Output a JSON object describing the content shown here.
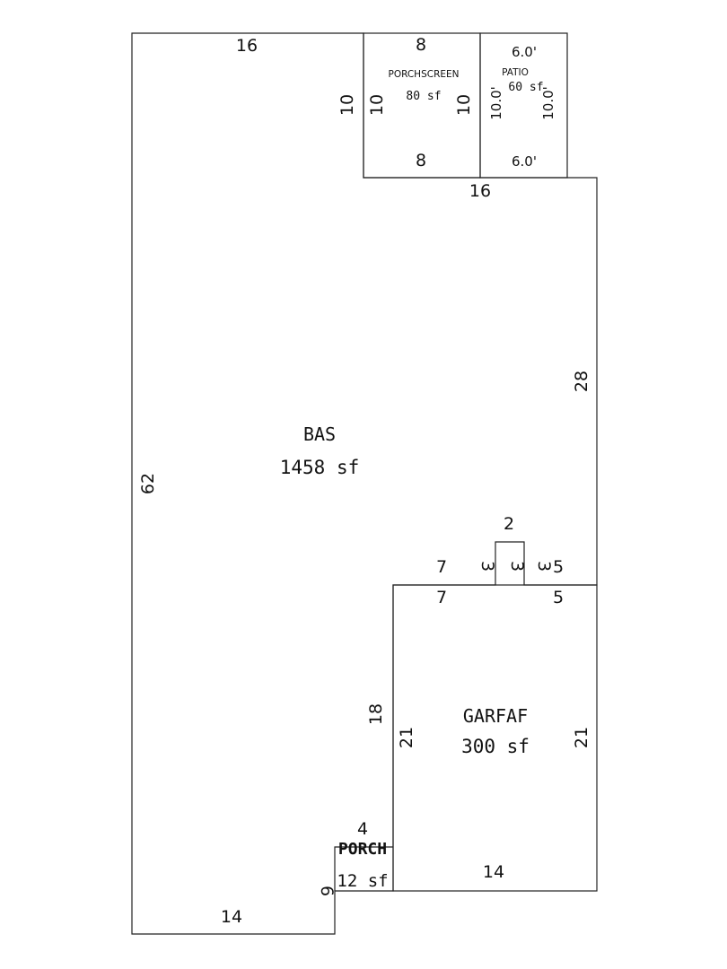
{
  "areas": {
    "bas": {
      "name": "BAS",
      "area": "1458 sf"
    },
    "garage": {
      "name": "GARFAF",
      "area": "300 sf"
    },
    "porch": {
      "name": "PORCH",
      "area": "12 sf"
    },
    "porch_screen": {
      "name": "PORCHSCREEN",
      "area": "80 sf"
    },
    "patio": {
      "name": "PATIO",
      "area": "60 sf"
    }
  },
  "dimensions": {
    "bas_top": "16",
    "bas_left": "62",
    "bas_right": "28",
    "bas_step_top": "16",
    "bas_bottom": "14",
    "bump_width": "2",
    "bump_left_inner": "3",
    "bump_mid": "3",
    "bump_right_inner": "3",
    "bas_notch_left": "7",
    "bas_notch_right": "5",
    "garage_top_left": "7",
    "garage_top_right": "5",
    "garage_left_outer": "18",
    "garage_left_inner": "21",
    "garage_right": "21",
    "garage_bottom": "14",
    "porch_top": "4",
    "porch_side": "6",
    "screen_top": "8",
    "screen_bottom": "8",
    "screen_left_outer": "10",
    "screen_left_inner": "10",
    "screen_right": "10",
    "patio_top": "6.0'",
    "patio_bottom": "6.0'",
    "patio_left": "10.0'",
    "patio_right": "10.0'"
  }
}
